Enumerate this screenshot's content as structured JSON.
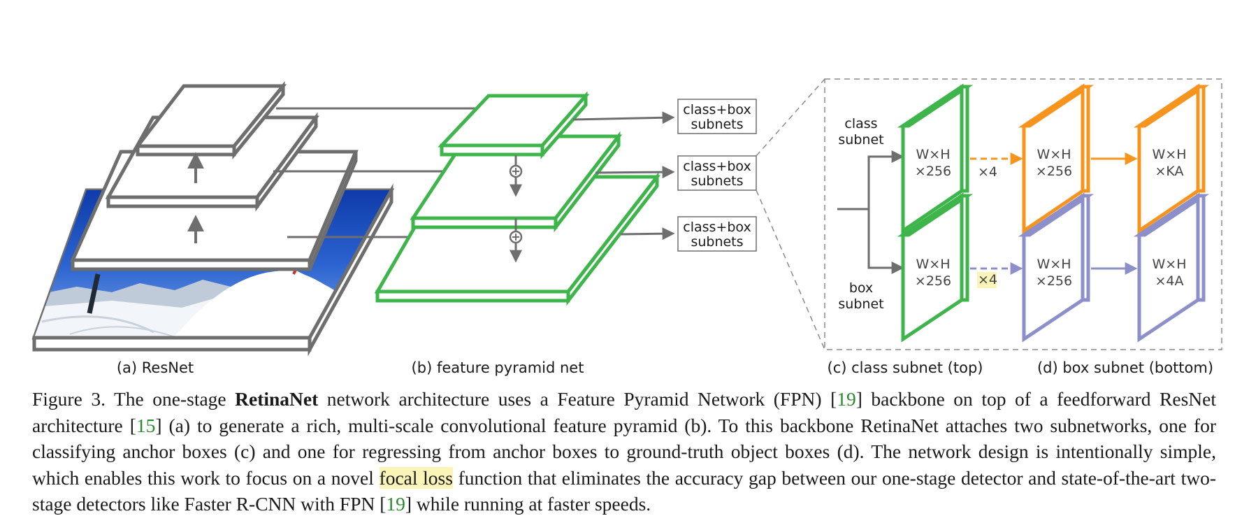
{
  "figure": {
    "colors": {
      "gray": "#6e6e6e",
      "green": "#3eb54a",
      "orange": "#f7941d",
      "purple": "#8c8fca",
      "highlight": "#fbf4b8",
      "citation": "#2a8a2a"
    },
    "panel_labels": {
      "a": "(a) ResNet",
      "b": "(b) feature pyramid net",
      "c": "(c) class subnet (top)",
      "d": "(d) box subnet (bottom)"
    },
    "subnet_boxes": [
      {
        "line1": "class+box",
        "line2": "subnets"
      },
      {
        "line1": "class+box",
        "line2": "subnets"
      },
      {
        "line1": "class+box",
        "line2": "subnets"
      }
    ],
    "branch_labels": {
      "class_line1": "class",
      "class_line2": "subnet",
      "box_line1": "box",
      "box_line2": "subnet"
    },
    "maps": {
      "class_in": {
        "line1": "W×H",
        "line2": "×256"
      },
      "class_mid": {
        "line1": "W×H",
        "line2": "×256"
      },
      "class_out": {
        "line1": "W×H",
        "line2": "×KA"
      },
      "box_in": {
        "line1": "W×H",
        "line2": "×256"
      },
      "box_mid": {
        "line1": "W×H",
        "line2": "×256"
      },
      "box_out": {
        "line1": "W×H",
        "line2": "×4A"
      }
    },
    "repeat_labels": {
      "class": "×4",
      "box": "×4"
    },
    "photo_icon": "ski-slope-photo",
    "plus_icon": "plus-circle-icon"
  },
  "caption": {
    "prefix": "Figure 3. The one-stage ",
    "bold": "RetinaNet",
    "p1": " network architecture uses a Feature Pyramid Network (FPN) [",
    "cite1": "19",
    "p2": "] backbone on top of a feedforward ResNet architecture [",
    "cite2": "15",
    "p3": "] (a) to generate a rich, multi-scale convolutional feature pyramid (b).  To this backbone RetinaNet attaches two subnetworks, one for classifying anchor boxes (c) and one for regressing from anchor boxes to ground-truth object boxes (d). The network design is intentionally simple, which enables this work to focus on a novel ",
    "highlight": "focal loss",
    "p4": " function that eliminates the accuracy gap between our one-stage detector and state-of-the-art two-stage detectors like Faster R-CNN with FPN [",
    "cite3": "19",
    "p5": "] while running at faster speeds."
  }
}
